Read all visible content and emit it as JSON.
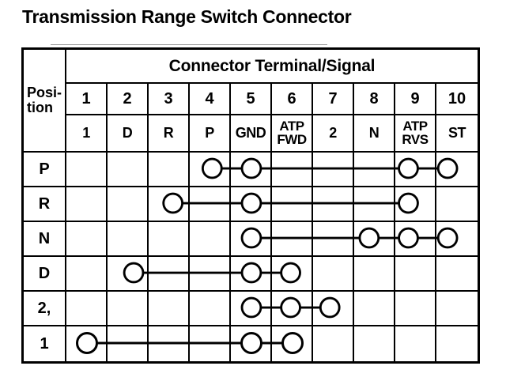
{
  "page_title": "Transmission Range Switch Connector",
  "table": {
    "corner_header": "Posi-\ntion",
    "span_header": "Connector Terminal/Signal",
    "terminals": [
      "1",
      "2",
      "3",
      "4",
      "5",
      "6",
      "7",
      "8",
      "9",
      "10"
    ],
    "signals": [
      "1",
      "D",
      "R",
      "P",
      "GND",
      "ATP\nFWD",
      "2",
      "N",
      "ATP\nRVS",
      "ST"
    ],
    "rows": [
      {
        "position": "P",
        "connected_terminals": [
          4,
          5,
          9,
          10
        ]
      },
      {
        "position": "R",
        "connected_terminals": [
          3,
          5,
          9
        ]
      },
      {
        "position": "N",
        "connected_terminals": [
          5,
          8,
          9,
          10
        ]
      },
      {
        "position": "D",
        "connected_terminals": [
          2,
          5,
          6
        ]
      },
      {
        "position": "2,",
        "connected_terminals": [
          5,
          6,
          7
        ]
      },
      {
        "position": "1",
        "connected_terminals": [
          1,
          5,
          6
        ]
      }
    ],
    "colors": {
      "ink": "#000000",
      "paper": "#ffffff"
    }
  }
}
